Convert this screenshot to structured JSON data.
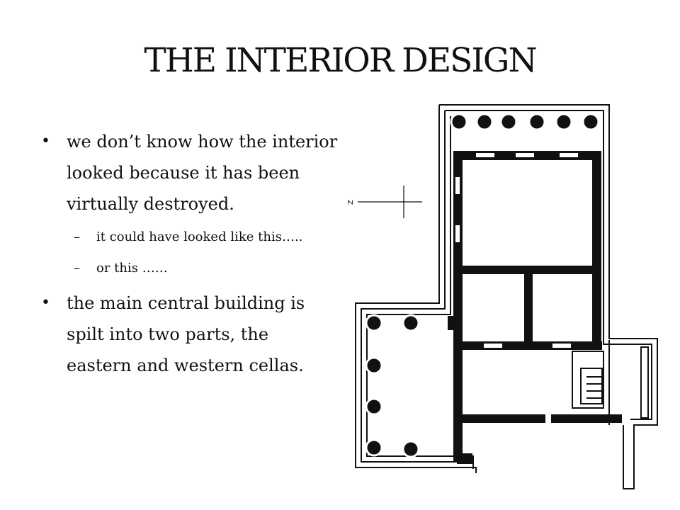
{
  "slide": {
    "title": "THE INTERIOR DESIGN",
    "bullets": [
      "we don’t know how the interior looked because it has been virtually destroyed.",
      "the main central building is spilt into two parts, the eastern and western cellas."
    ],
    "subbullets": [
      "it could have looked like this…..",
      "or this ……"
    ],
    "bullet_marker": "•",
    "sub_marker": "–"
  },
  "plan": {
    "compass_letter": "Z",
    "colors": {
      "wall": "#111111",
      "background": "#ffffff"
    }
  }
}
